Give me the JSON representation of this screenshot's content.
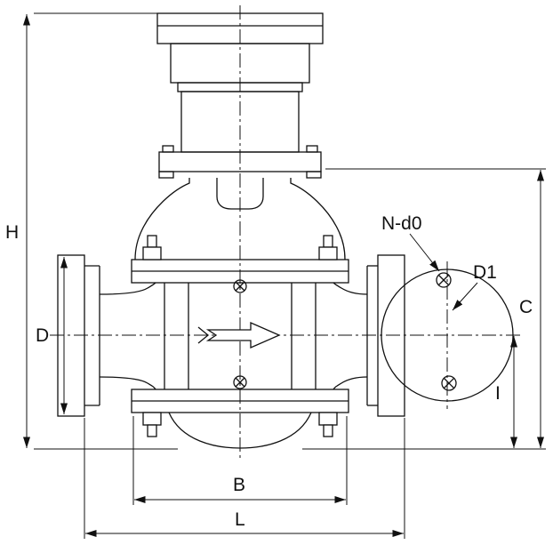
{
  "drawing": {
    "kind": "dimensional outline drawing",
    "colors": {
      "line": "#111111",
      "background": "#ffffff"
    }
  },
  "labels": {
    "h": "H",
    "d": "D",
    "c": "C",
    "i": "I",
    "b": "B",
    "l": "L",
    "n_d0": "N-d0",
    "d1": "D1"
  }
}
